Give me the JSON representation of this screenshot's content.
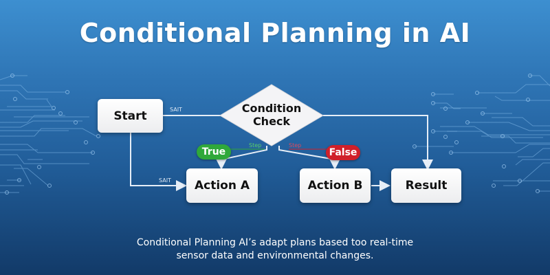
{
  "title": "Conditional Planning in AI",
  "nodes": {
    "start": "Start",
    "condition": [
      "Condition",
      "Check"
    ],
    "action_a": "Action A",
    "action_b": "Action B",
    "result": "Result"
  },
  "branches": {
    "true_label": "True",
    "false_label": "False",
    "true_small": "Step",
    "false_small": "Step"
  },
  "edge_labels": {
    "start_to_condition": "SAIT",
    "start_to_action_a": "SAIT"
  },
  "caption": [
    "Conditional Planning AI’s adapt plans based too real-time",
    "sensor data and environmental changes."
  ],
  "colors": {
    "bg_top": "#3d8fd0",
    "bg_bottom": "#123a68",
    "true": "#2fa83a",
    "false": "#d0202a",
    "line": "#e6eef7"
  }
}
